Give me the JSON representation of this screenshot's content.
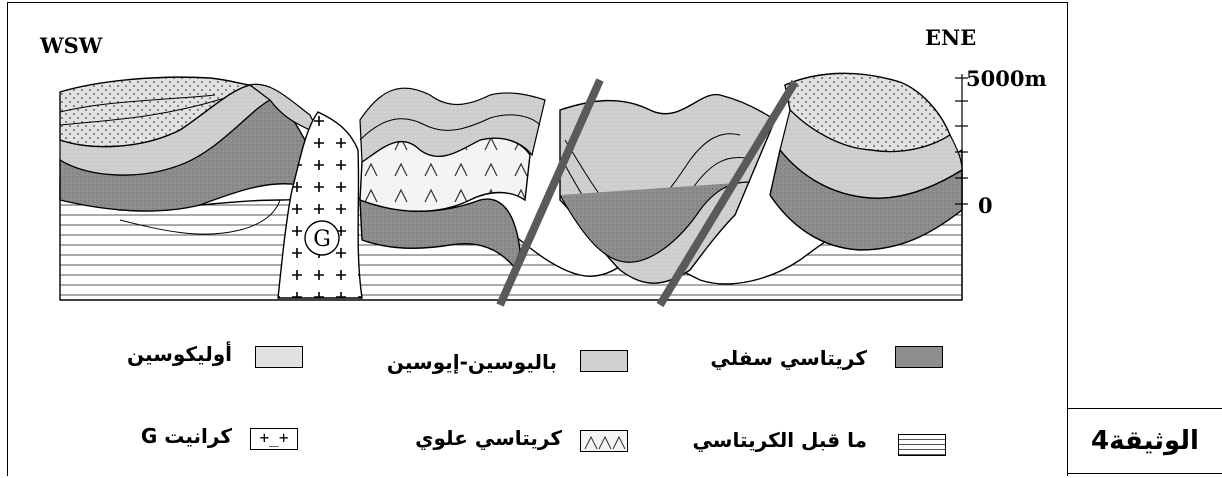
{
  "document_label": "الوثيقة4",
  "section": {
    "left_orientation": "WSW",
    "right_orientation": "ENE",
    "scale_top": "5000m",
    "scale_zero": "0",
    "granite_symbol": "G"
  },
  "legend": [
    {
      "id": "oligocene",
      "label": "أوليكوسين"
    },
    {
      "id": "paleocene-eocene",
      "label": "باليوسين-إيوسين"
    },
    {
      "id": "lower-cretaceous",
      "label": "كريتاسي سفلي"
    },
    {
      "id": "granite",
      "label": "كرانيت G"
    },
    {
      "id": "upper-cretaceous",
      "label": "كريتاسي علوي"
    },
    {
      "id": "pre-cretaceous",
      "label": "ما قبل الكريتاسي"
    }
  ],
  "colors": {
    "oligocene": "#e2e2e2",
    "paleocene_eocene": "#d0d0d0",
    "upper_cretaceous": "#f4f4f4",
    "lower_cretaceous": "#8e8e8e",
    "pre_cretaceous": "#ffffff",
    "fault": "#5a5a5a"
  }
}
